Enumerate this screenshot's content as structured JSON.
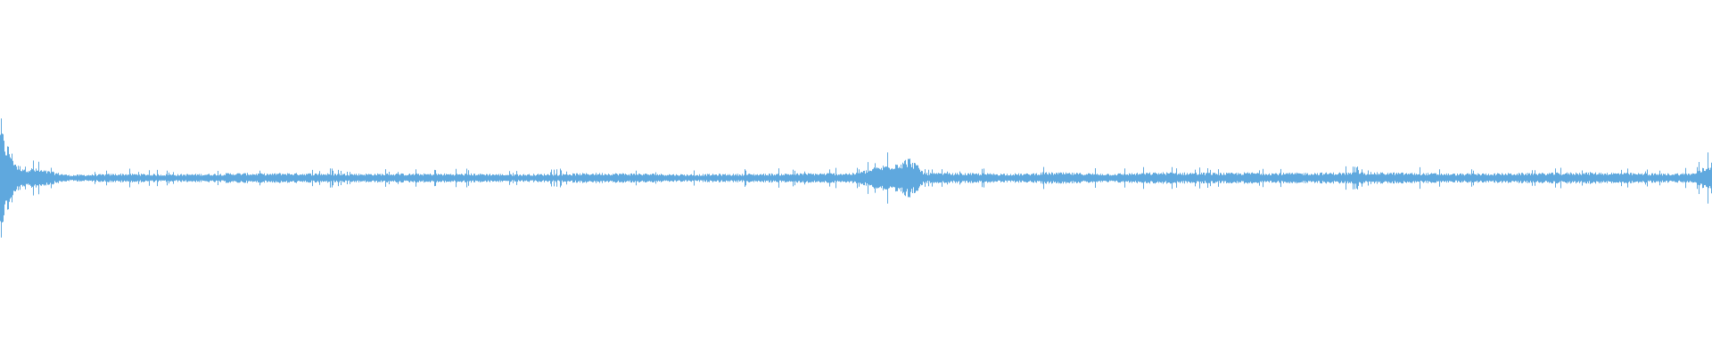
{
  "colors": {
    "background": "#ffffff",
    "waveform": "#5fa8de"
  },
  "chart_data": {
    "type": "area",
    "title": "",
    "xlabel": "",
    "ylabel": "",
    "grid": false,
    "legend": "none",
    "ylim": [
      -1,
      1
    ],
    "x": [
      0.0,
      0.002,
      0.005,
      0.01,
      0.04,
      0.06,
      0.07,
      0.1,
      0.13,
      0.134,
      0.16,
      0.16,
      0.2,
      0.24,
      0.28,
      0.3,
      0.33,
      0.35,
      0.38,
      0.4,
      0.45,
      0.5,
      0.532,
      0.54,
      0.6,
      0.61,
      0.65,
      0.68,
      0.72,
      0.73,
      0.75,
      0.8,
      0.83,
      0.85,
      0.9,
      0.93,
      0.97,
      0.99,
      0.999,
      1.0
    ],
    "series": [
      {
        "values": [
          1.0,
          0.62,
          0.5,
          0.2,
          0.05,
          0.06,
          0.07,
          0.06,
          0.07,
          0.08,
          0.07,
          0.08,
          0.07,
          0.07,
          0.07,
          0.06,
          0.07,
          0.08,
          0.07,
          0.06,
          0.07,
          0.08,
          0.32,
          0.08,
          0.07,
          0.09,
          0.07,
          0.09,
          0.08,
          0.09,
          0.08,
          0.09,
          0.08,
          0.07,
          0.08,
          0.09,
          0.07,
          0.08,
          0.22,
          0.3
        ]
      }
    ]
  }
}
